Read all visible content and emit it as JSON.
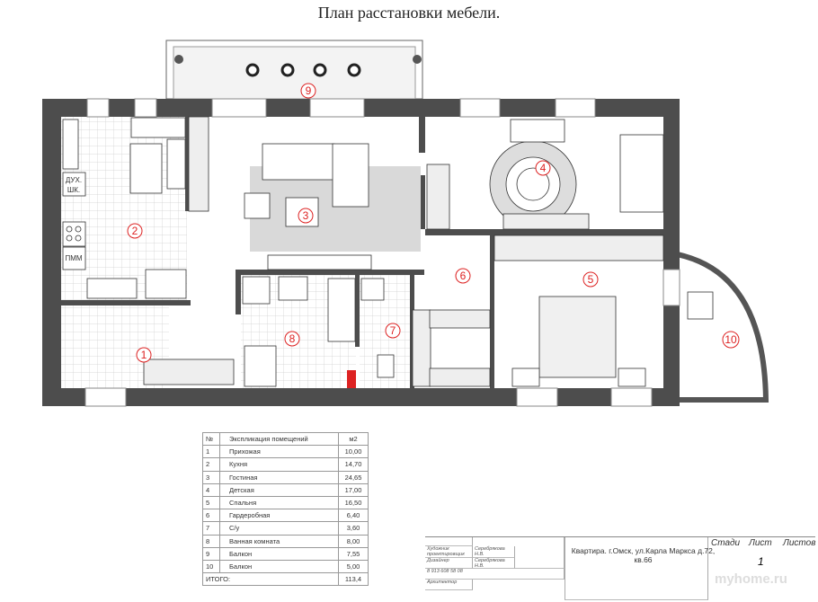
{
  "title": "План расстановки мебели.",
  "plan": {
    "labels": {
      "oven": "ДУХ.",
      "oven2": "ШК.",
      "dishwasher": "ПММ"
    },
    "room_markers": [
      "1",
      "2",
      "3",
      "4",
      "5",
      "6",
      "7",
      "8",
      "9",
      "10"
    ],
    "colors": {
      "wall": "#4d4d4d",
      "marker": "#d22222",
      "tile": "#cfcfcf"
    }
  },
  "explication": {
    "headers": [
      "№",
      "Экспликация помещений",
      "м2"
    ],
    "rows": [
      [
        "1",
        "Прихожая",
        "10,00"
      ],
      [
        "2",
        "Кухня",
        "14,70"
      ],
      [
        "3",
        "Гостиная",
        "24,65"
      ],
      [
        "4",
        "Детская",
        "17,00"
      ],
      [
        "5",
        "Спальня",
        "16,50"
      ],
      [
        "6",
        "Гардеробная",
        "6,40"
      ],
      [
        "7",
        "С/у",
        "3,60"
      ],
      [
        "8",
        "Ванная комната",
        "8,00"
      ],
      [
        "9",
        "Балкон",
        "7,55"
      ],
      [
        "10",
        "Балкон",
        "5,00"
      ]
    ],
    "total_label": "ИТОГО:",
    "total_value": "113,4"
  },
  "title_block": {
    "role1": "Художник проектировщик",
    "name1": "Серебрякова Н.В.",
    "role2": "Дизайнер",
    "name2": "Серебрякова Н.В.",
    "phone": "8 913 608 58 08",
    "role3": "Архитектор",
    "address": "Квартира. г.Омск, ул.Карла Маркса д.72, кв.66",
    "stage_label": "Стади",
    "sheet_label": "Лист",
    "sheets_label": "Листов",
    "sheet": "1"
  },
  "watermark": "myhome.ru"
}
